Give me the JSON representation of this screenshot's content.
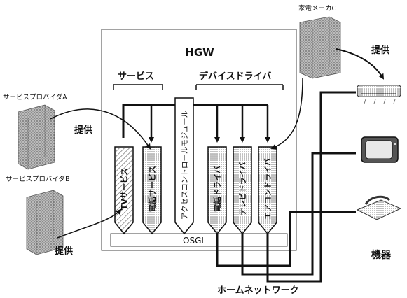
{
  "hgw": {
    "title": "HGW"
  },
  "services_label": "サービス",
  "drivers_label": "デバイスドライバ",
  "providers": [
    {
      "label": "サービスプロバイダA",
      "provide": "提供"
    },
    {
      "label": "サービスプロバイダB",
      "provide": "提供"
    }
  ],
  "maker": {
    "label": "家電メーカC",
    "provide": "提供"
  },
  "modules": [
    {
      "label": "TVサービス"
    },
    {
      "label": "電話サービス"
    },
    {
      "label": "アクセスコントロールモジュール"
    },
    {
      "label": "電話ドライバ"
    },
    {
      "label": "テレビドライバ"
    },
    {
      "label": "エアコンドライバ"
    }
  ],
  "osgi": "OSGI",
  "devices_label": "機器",
  "network_label": "ホームネットワーク"
}
